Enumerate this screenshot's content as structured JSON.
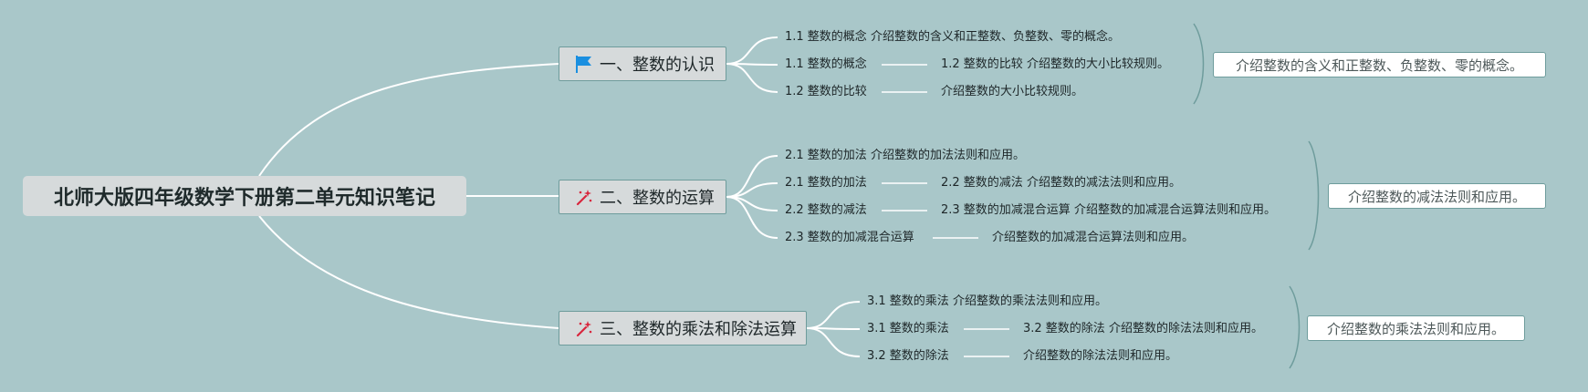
{
  "title": "北师大版四年级数学下册第二单元知识笔记",
  "topics": [
    {
      "label": "一、整数的认识",
      "icon": "flag-icon",
      "rows": [
        {
          "a": "1.1 整数的概念 介绍整数的含义和正整数、负整数、零的概念。",
          "b": ""
        },
        {
          "a": "1.1 整数的概念",
          "b": "1.2 整数的比较 介绍整数的大小比较规则。"
        },
        {
          "a": "1.2 整数的比较",
          "b": "介绍整数的大小比较规则。"
        }
      ],
      "callout": "介绍整数的含义和正整数、负整数、零的概念。"
    },
    {
      "label": "二、整数的运算",
      "icon": "magic-wand-icon",
      "rows": [
        {
          "a": "2.1 整数的加法 介绍整数的加法法则和应用。",
          "b": ""
        },
        {
          "a": "2.1 整数的加法",
          "b": "2.2 整数的减法 介绍整数的减法法则和应用。"
        },
        {
          "a": "2.2 整数的减法",
          "b": "2.3 整数的加减混合运算 介绍整数的加减混合运算法则和应用。"
        },
        {
          "a": "2.3 整数的加减混合运算",
          "b": "介绍整数的加减混合运算法则和应用。"
        }
      ],
      "callout": "介绍整数的减法法则和应用。"
    },
    {
      "label": "三、整数的乘法和除法运算",
      "icon": "magic-wand-icon",
      "rows": [
        {
          "a": "3.1 整数的乘法 介绍整数的乘法法则和应用。",
          "b": ""
        },
        {
          "a": "3.1 整数的乘法",
          "b": "3.2 整数的除法 介绍整数的除法法则和应用。"
        },
        {
          "a": "3.2 整数的除法",
          "b": "介绍整数的除法法则和应用。"
        }
      ],
      "callout": "介绍整数的乘法法则和应用。"
    }
  ],
  "colors": {
    "background": "#a9c7c9",
    "node_fill": "#d6dadb",
    "node_border": "#6e9c9c",
    "connector": "#ffffff",
    "bracket": "#6e9c9c",
    "flag": "#1a8fe0",
    "wand": "#d8263d"
  }
}
